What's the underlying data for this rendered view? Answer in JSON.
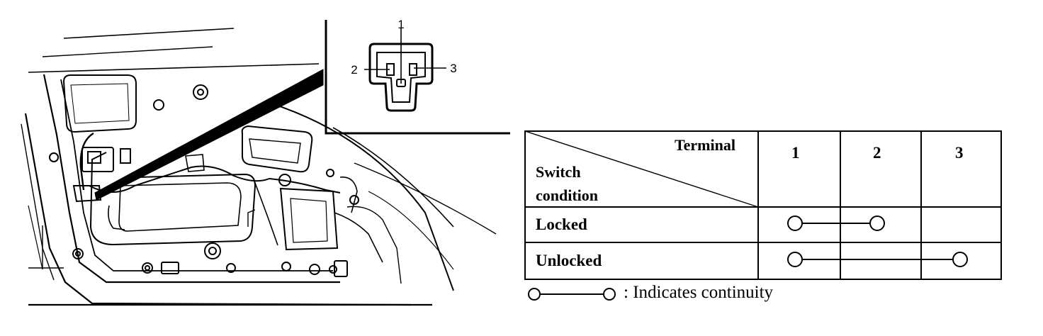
{
  "connector": {
    "terminal_labels": [
      "1",
      "2",
      "3"
    ]
  },
  "table": {
    "header_right": "Terminal",
    "header_left_line1": "Switch",
    "header_left_line2": "condition",
    "terminals": [
      "1",
      "2",
      "3"
    ],
    "rows": [
      {
        "label": "Locked",
        "connects": [
          "1",
          "2"
        ]
      },
      {
        "label": "Unlocked",
        "connects": [
          "1",
          "3"
        ]
      }
    ]
  },
  "legend": {
    "text": ": Indicates continuity"
  }
}
